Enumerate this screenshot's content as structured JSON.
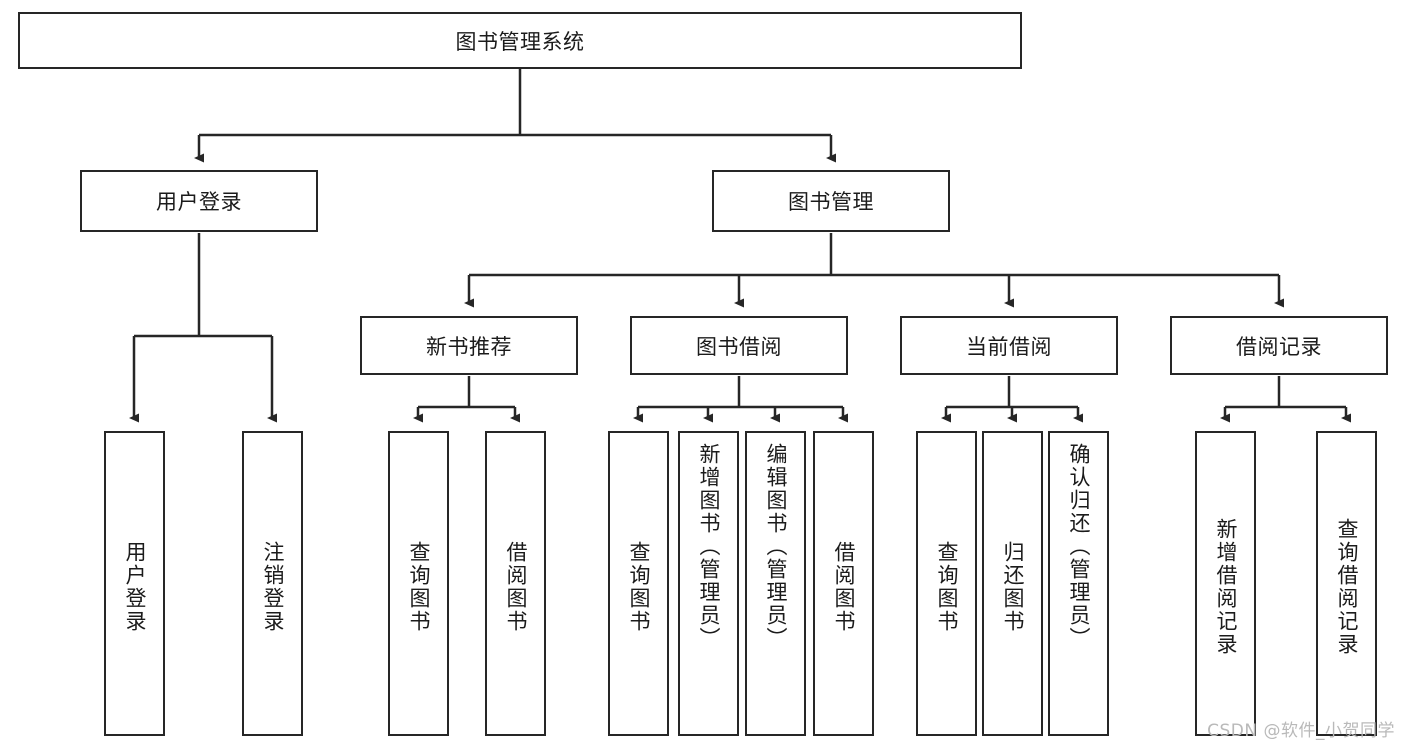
{
  "diagram": {
    "title": "图书管理系统",
    "type": "tree-hierarchy-diagram",
    "colors": {
      "stroke": "#262626",
      "fill": "#ffffff",
      "text": "#1b1b1b",
      "watermark": "#b9b9b9"
    },
    "root": {
      "label": "图书管理系统"
    },
    "level2": [
      {
        "label": "用户登录"
      },
      {
        "label": "图书管理"
      }
    ],
    "level3": [
      {
        "label": "新书推荐"
      },
      {
        "label": "图书借阅"
      },
      {
        "label": "当前借阅"
      },
      {
        "label": "借阅记录"
      }
    ],
    "leaves": {
      "user_login": [
        {
          "label": "用户登录"
        },
        {
          "label": "注销登录"
        }
      ],
      "new_book_recommend": [
        {
          "label": "查询图书"
        },
        {
          "label": "借阅图书"
        }
      ],
      "book_borrow": [
        {
          "label": "查询图书"
        },
        {
          "label": "新增图书（管理员）"
        },
        {
          "label": "编辑图书（管理员）"
        },
        {
          "label": "借阅图书"
        }
      ],
      "current_borrow": [
        {
          "label": "查询图书"
        },
        {
          "label": "归还图书"
        },
        {
          "label": "确认归还（管理员）"
        }
      ],
      "borrow_record": [
        {
          "label": "新增借阅记录"
        },
        {
          "label": "查询借阅记录"
        }
      ]
    },
    "watermark": "CSDN @软件_小贺同学"
  }
}
